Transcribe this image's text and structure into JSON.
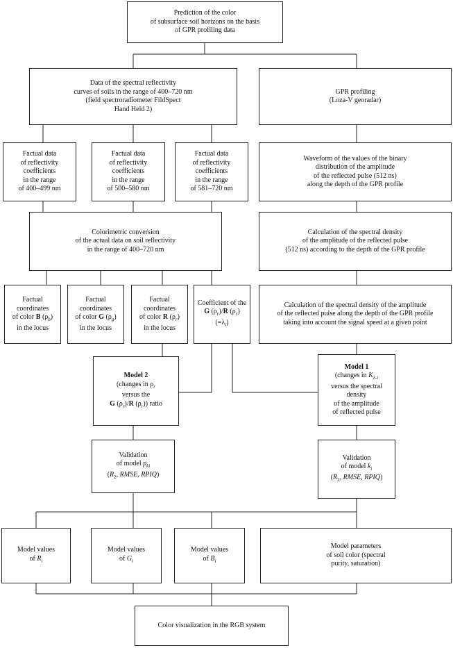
{
  "colors": {
    "line": "#222222",
    "background": "#ffffff",
    "text": "#111111"
  },
  "boxes": {
    "prediction": {
      "text": "Prediction of the color\nof subsurface soil horizons on the basis\nof GPR profiling data"
    },
    "spectral_data": {
      "text": "Data of the spectral reflectivity\ncurves of soils in the range of 400–720 nm\n(field spectroradiometer FildSpect\nHand Held 2)"
    },
    "gpr_profiling": {
      "text": "GPR profiling\n(Loza-V georadar)"
    },
    "factual_400": {
      "text": "Factual data\nof reflectivity\ncoefficients\nin the range\nof 400–499 nm"
    },
    "factual_500": {
      "text": "Factual data\nof reflectivity\ncoefficients\nin the range\nof 500–580 nm"
    },
    "factual_581": {
      "text": "Factual data\nof reflectivity\ncoefficients\nin the range\nof 581–720 nm"
    },
    "waveform": {
      "text": "Waveform of the values of the binary\ndistribution of the amplitude\nof the reflected pulse (512 ns)\nalong the depth of the GPR profile"
    },
    "colorimetric": {
      "text": "Colorimetric conversion\nof the actual data on soil reflectivity\nin the range of 400–720 nm"
    },
    "spectral_density": {
      "text": "Calculation of the spectral density\nof the amplitude of the reflected pulse\n(512 ns) according to the depth of the GPR profile"
    },
    "coord_b": {
      "line1": "Factual",
      "line2": "coordinates",
      "prefix": "of color ",
      "color_letter": "B",
      "rho_open": " (ρ",
      "sub": "b",
      "close": ")",
      "line4": "in the locus"
    },
    "coord_g": {
      "line1": "Factual",
      "line2": "coordinates",
      "prefix": "of color ",
      "color_letter": "G",
      "rho_open": " (ρ",
      "sub": "g",
      "close": ")",
      "line4": "in the locus"
    },
    "coord_r": {
      "line1": "Factual",
      "line2": "coordinates",
      "prefix": "of color ",
      "color_letter": "R",
      "rho_open": " (ρ",
      "sub": "r",
      "close": ")",
      "line4": "in the locus"
    },
    "coefficient": {
      "line1": "Coefficient of the",
      "g_letter": "G",
      "rho1": " (ρ",
      "sub1": "r",
      "mid": ")/",
      "r_letter": "R",
      "rho2": " (ρ",
      "sub2": "r",
      "close": ")",
      "eq_open": "(=λ",
      "eq_sub": "i",
      "eq_close": ")"
    },
    "spectral_density_speed": {
      "text": "Calculation of the spectral density of the amplitude\nof the reflected pulse along the depth of the GPR profile\ntaking into account the signal speed at a given point"
    },
    "model2": {
      "title": "Model 2",
      "line2": "(changes in ρ",
      "line2_sub": "r",
      "line3": "versus the",
      "g_letter": "G",
      "rho1": " (ρ",
      "sub1": "r",
      "mid": ")/",
      "r_letter": "R",
      "rho2": " (ρ",
      "sub2": "r",
      "close": ")) ratio"
    },
    "model1": {
      "title": "Model 1",
      "line2": "(changes in ",
      "k_letter": "K",
      "k_sub": "λ-i",
      "line3": "versus the spectral",
      "line4": "density",
      "line5": "of the amplitude",
      "line6": "of reflected pulse"
    },
    "validation2": {
      "line1": "Validation",
      "line2": "of model ",
      "p_letter": "p",
      "p_sub": "ki",
      "metrics_open": "(",
      "r2": "R",
      "r2_sub": "2",
      "metrics": ", RMSE, RPIQ",
      "metrics_close": ")"
    },
    "validation1": {
      "line1": "Validation",
      "line2": "of model ",
      "k_letter": "k",
      "k_sub": "i",
      "metrics_open": "(",
      "r2": "R",
      "r2_sub": "2",
      "metrics": ", RMSE, RPIQ",
      "metrics_close": ")"
    },
    "model_r": {
      "line1": "Model values",
      "line2": "of ",
      "letter": "R",
      "sub": "i"
    },
    "model_g": {
      "line1": "Model values",
      "line2": "of ",
      "letter": "G",
      "sub": "i"
    },
    "model_b": {
      "line1": "Model values",
      "line2": "of ",
      "letter": "B",
      "sub": "i"
    },
    "model_params": {
      "text": "Model parameters\nof soil color (spectral\npurity, saturation)"
    },
    "rgb": {
      "text": "Color visualization in the RGB system"
    }
  }
}
